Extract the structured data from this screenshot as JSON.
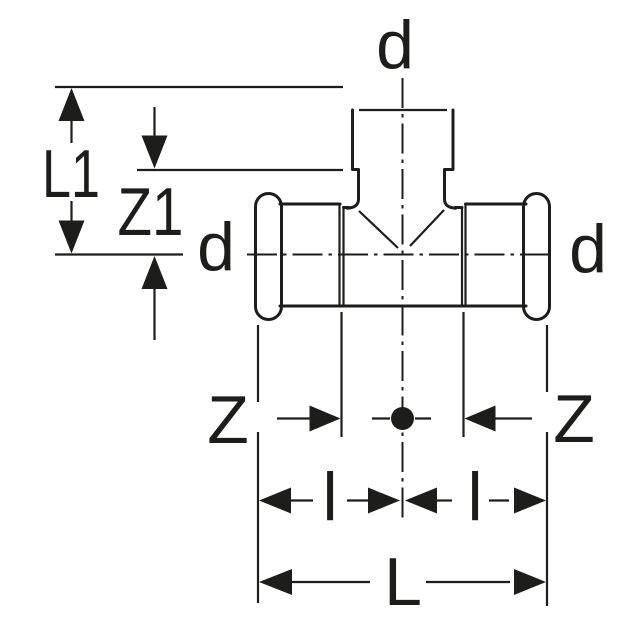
{
  "diagram": {
    "type": "technical-dimension-drawing",
    "subject": "pipe-tee-press-fitting-side-view",
    "background_color": "#ffffff",
    "line_color": "#1d1d1b",
    "labels": {
      "d_top": "d",
      "d_left": "d",
      "d_right": "d",
      "l1": "L1",
      "z1": "Z1",
      "z_left": "Z",
      "z_right": "Z",
      "l_small_left": "l",
      "l_small_right": "l",
      "l_total": "L"
    }
  }
}
